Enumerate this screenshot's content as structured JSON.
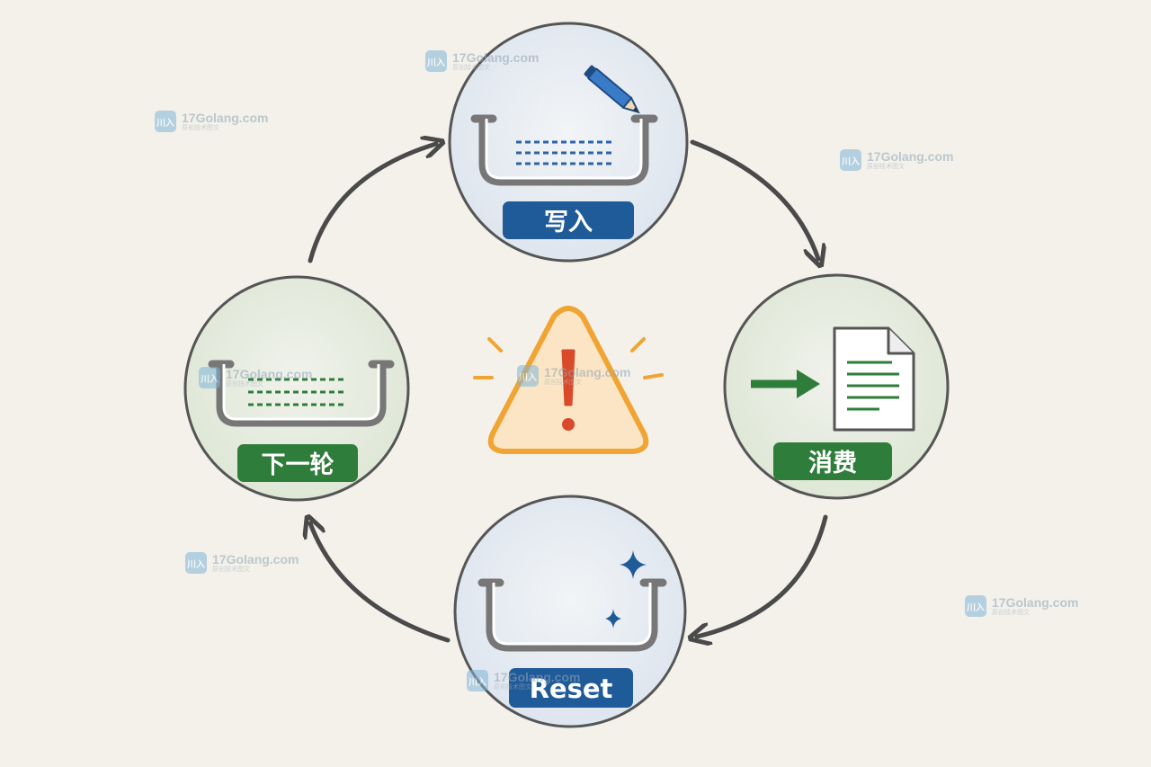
{
  "nodes": {
    "write": {
      "label": "写入",
      "color": "#1f5a99"
    },
    "consume": {
      "label": "消费",
      "color": "#2e7d3a"
    },
    "reset": {
      "label": "Reset",
      "color": "#1f5a99"
    },
    "next_round": {
      "label": "下一轮",
      "color": "#2e7d3a"
    }
  },
  "colors": {
    "background": "#f3f1ea",
    "circle_border": "#555555",
    "arrow": "#4a4a4a",
    "blue_tint": "#e2e8ef",
    "green_tint": "#e4eadd",
    "blue_line": "#2a63a8",
    "green_line": "#2e7d3a",
    "warning_fill": "#fbe5c4",
    "warning_stroke": "#f0a434",
    "warning_mark": "#d94a2b"
  },
  "watermark": {
    "logo_text": "川入",
    "site": "17Golang.com",
    "subtitle": "原创技术图文"
  }
}
